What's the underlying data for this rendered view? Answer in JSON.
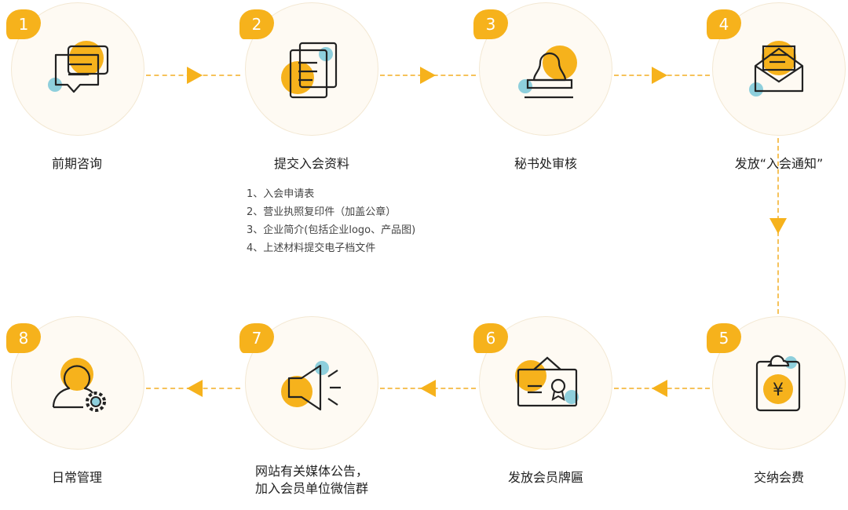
{
  "colors": {
    "accent": "#f6b21c",
    "secondary": "#8ecfdc",
    "circle": "#fefaf3"
  },
  "steps": [
    {
      "num": "1",
      "label": "前期咨询",
      "icon": "chat-bubbles-icon"
    },
    {
      "num": "2",
      "label": "提交入会资料",
      "icon": "documents-icon"
    },
    {
      "num": "3",
      "label": "秘书处审核",
      "icon": "stamp-icon"
    },
    {
      "num": "4",
      "label": "发放“入会通知”",
      "icon": "envelope-icon"
    },
    {
      "num": "5",
      "label": "交纳会费",
      "icon": "payment-clipboard-icon"
    },
    {
      "num": "6",
      "label": "发放会员牌匾",
      "icon": "plaque-icon"
    },
    {
      "num": "7",
      "label_line1": "网站有关媒体公告，",
      "label_line2": "加入会员单位微信群",
      "icon": "megaphone-icon"
    },
    {
      "num": "8",
      "label": "日常管理",
      "icon": "user-gear-icon"
    }
  ],
  "materials": [
    "1、入会申请表",
    "2、营业执照复印件（加盖公章）",
    "3、企业简介(包括企业logo、产品图)",
    "4、上述材料提交电子档文件"
  ]
}
